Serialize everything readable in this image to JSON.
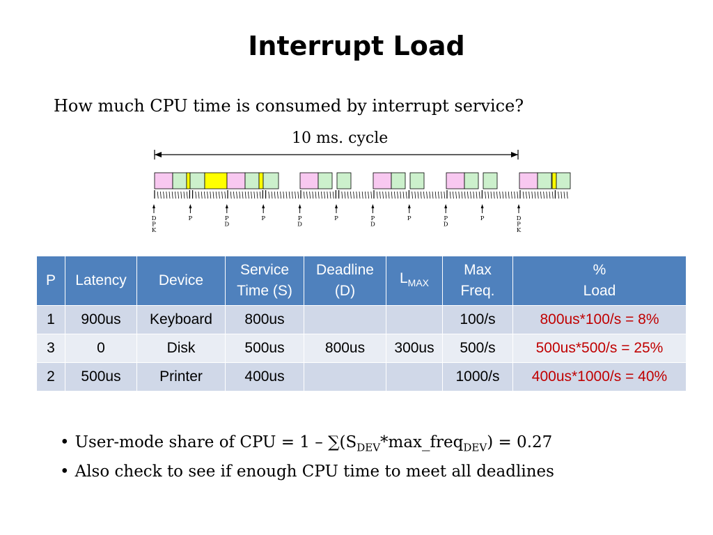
{
  "title": "Interrupt Load",
  "question": "How much CPU time  is consumed by interrupt service?",
  "cycle_label": "10 ms. cycle",
  "timeline": {
    "colors": {
      "pink": "#f8c8f0",
      "green": "#ccf0cc",
      "yellow": "#ffff00"
    },
    "markers": [
      {
        "label": "D P K"
      },
      {
        "label": "P"
      },
      {
        "label": "P D"
      },
      {
        "label": "P"
      },
      {
        "label": "P D"
      },
      {
        "label": "P"
      },
      {
        "label": "P D"
      },
      {
        "label": "P"
      },
      {
        "label": "P D"
      },
      {
        "label": "P"
      },
      {
        "label": "D P K"
      }
    ]
  },
  "table": {
    "headers": {
      "p": "P",
      "latency": "Latency",
      "device": "Device",
      "service_1": "Service",
      "service_2": "Time (S)",
      "deadline_1": "Deadline",
      "deadline_2": "(D)",
      "lmax_main": "L",
      "lmax_sub": "MAX",
      "freq_1": "Max",
      "freq_2": "Freq.",
      "load_1": "%",
      "load_2": "Load"
    },
    "rows": [
      {
        "p": "1",
        "latency": "900us",
        "device": "Keyboard",
        "service": "800us",
        "deadline": "",
        "lmax": "",
        "freq": "100/s",
        "load": "800us*100/s = 8%"
      },
      {
        "p": "3",
        "latency": "0",
        "device": "Disk",
        "service": "500us",
        "deadline": "800us",
        "lmax": "300us",
        "freq": "500/s",
        "load": "500us*500/s = 25%"
      },
      {
        "p": "2",
        "latency": "500us",
        "device": "Printer",
        "service": "400us",
        "deadline": "",
        "lmax": "",
        "freq": "1000/s",
        "load": "400us*1000/s = 40%"
      }
    ]
  },
  "bullets": {
    "b1_pre": "User-mode share of CPU = 1 – ∑(S",
    "b1_sub1": "DEV",
    "b1_mid": "*max_freq",
    "b1_sub2": "DEV",
    "b1_post": ") = 0.27",
    "b2": "Also check to see if enough CPU time to meet all deadlines"
  }
}
